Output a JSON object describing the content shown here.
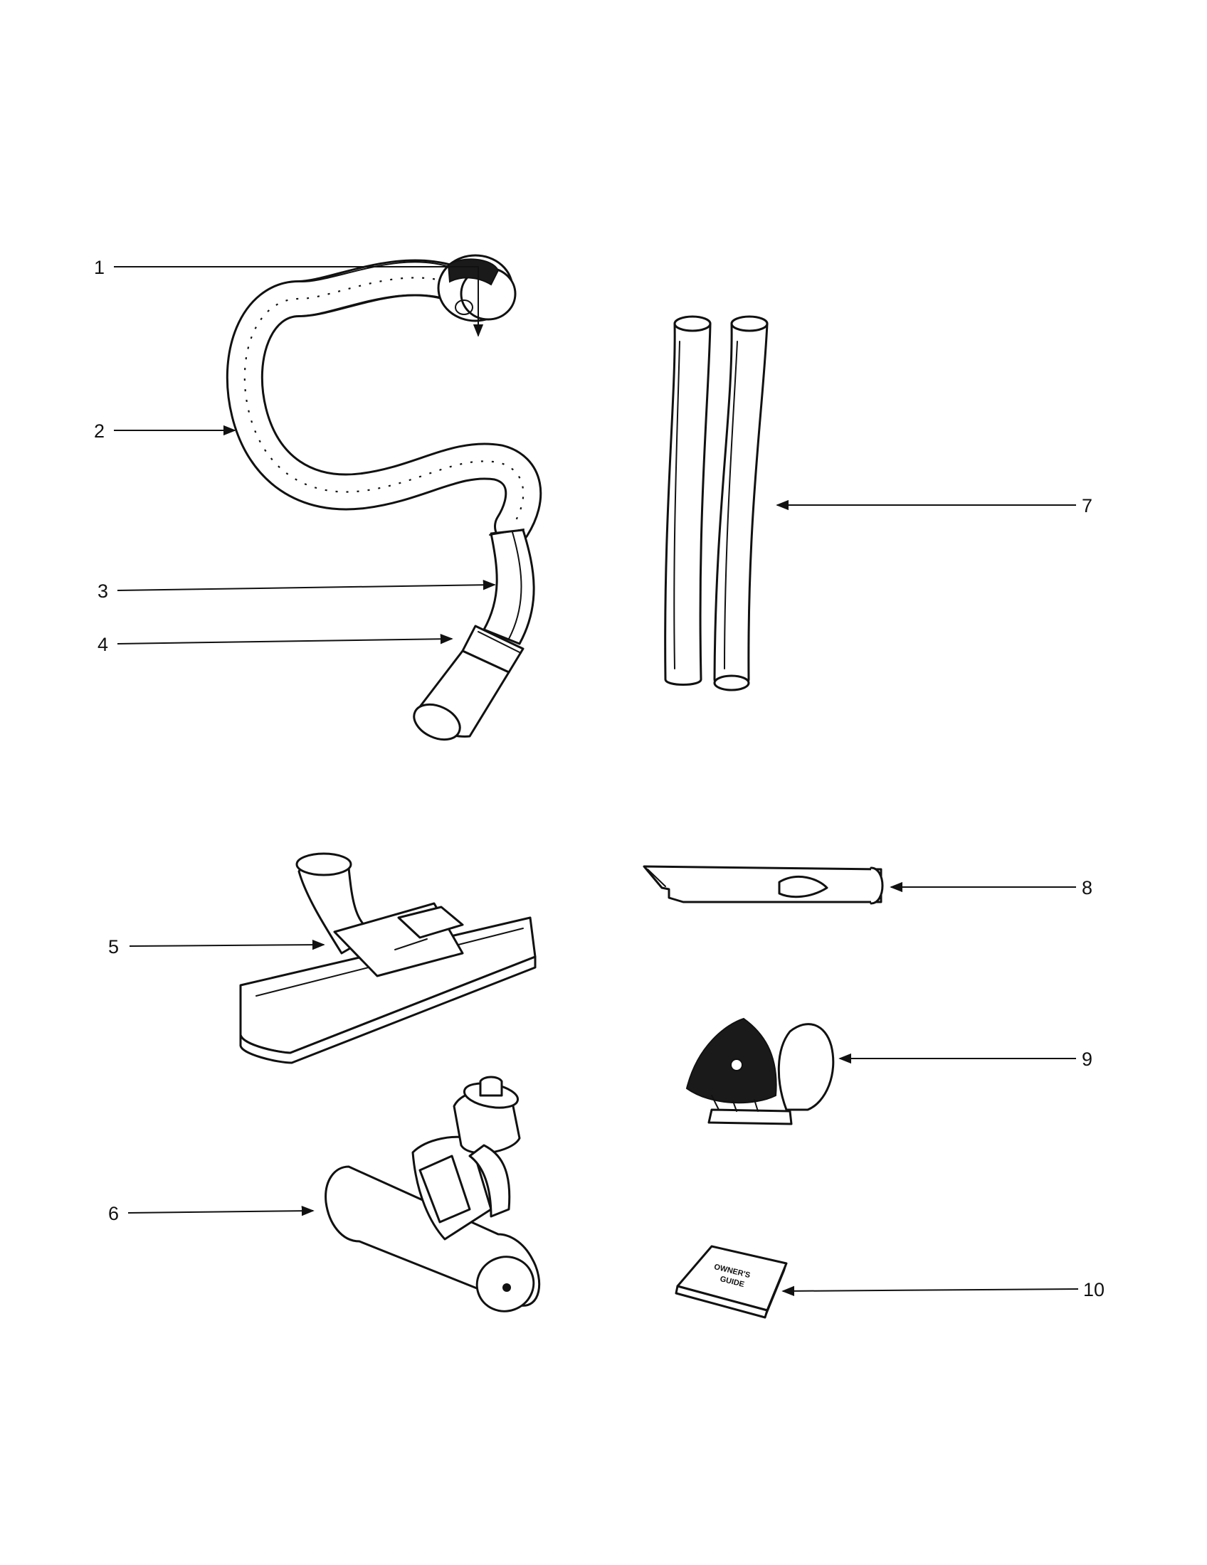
{
  "callouts": [
    {
      "label": "1"
    },
    {
      "label": "2"
    },
    {
      "label": "3"
    },
    {
      "label": "4"
    },
    {
      "label": "5"
    },
    {
      "label": "6"
    },
    {
      "label": "7"
    },
    {
      "label": "8"
    },
    {
      "label": "9"
    },
    {
      "label": "10"
    }
  ],
  "guide_book": {
    "line1": "OWNER'S",
    "line2": "GUIDE"
  }
}
